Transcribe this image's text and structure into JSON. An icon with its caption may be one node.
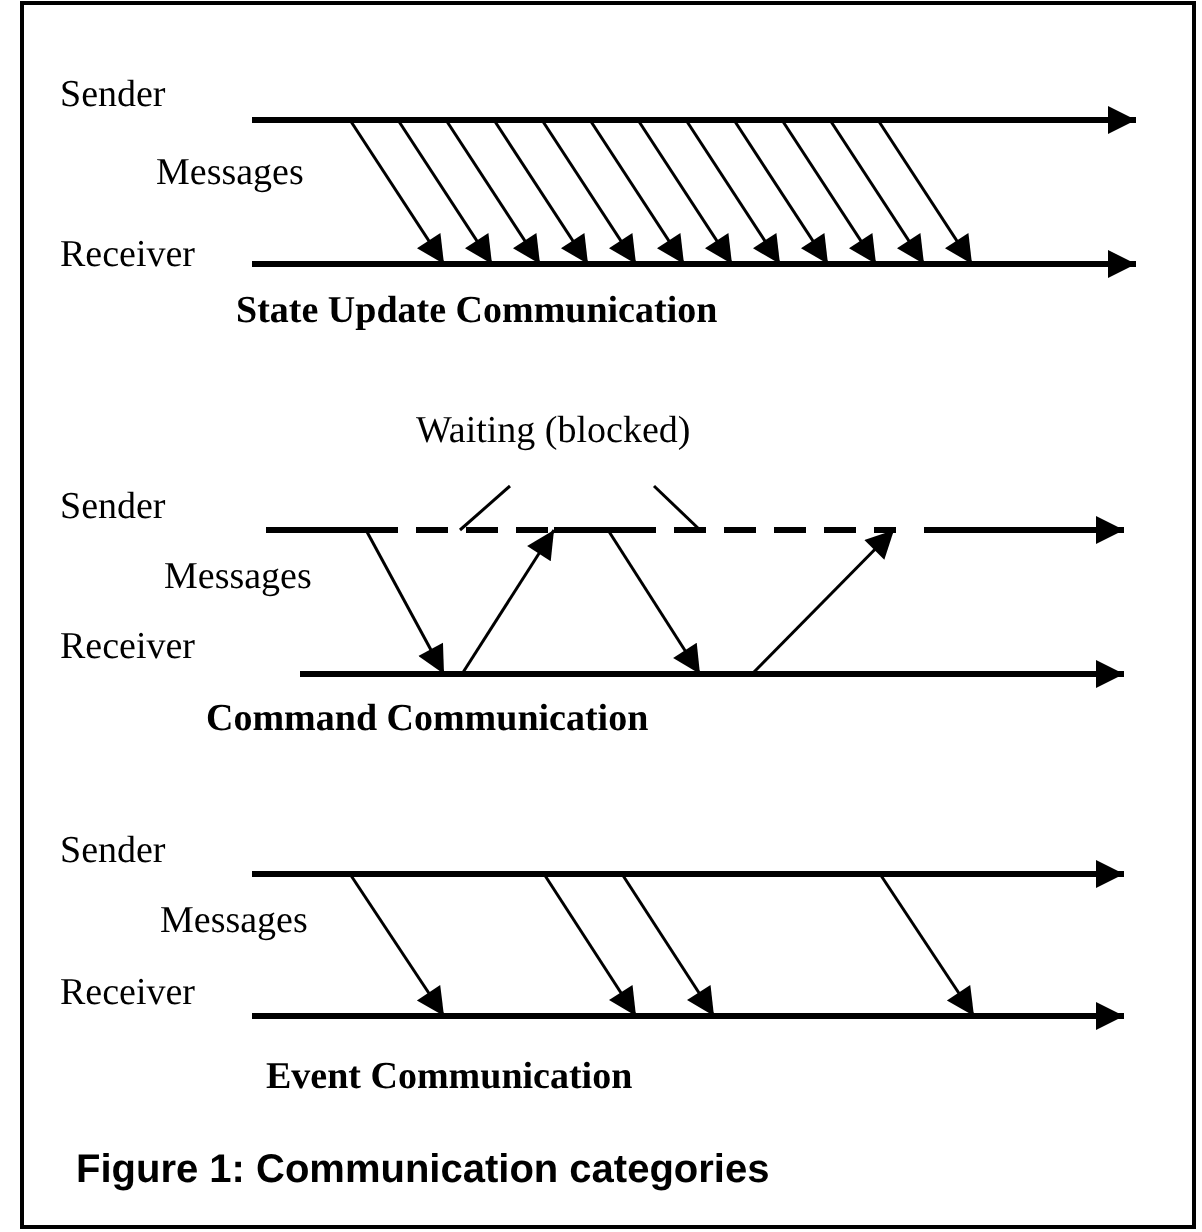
{
  "diagram": {
    "caption": "Figure 1: Communication categories",
    "nodes": [
      {
        "text": [],
        "shape": "bar",
        "beside": [
          "Sender"
        ]
      },
      {
        "text": [],
        "shape": "bar",
        "beside": [
          "Receiver"
        ]
      },
      {
        "text": [],
        "shape": "bar",
        "beside": [
          "Sender"
        ]
      },
      {
        "text": [],
        "shape": "bar",
        "beside": [
          "Receiver"
        ]
      },
      {
        "text": [
          "Waiting (blocked)"
        ]
      },
      {
        "text": [],
        "shape": "bar",
        "beside": [
          "Sender"
        ]
      },
      {
        "text": [],
        "shape": "bar",
        "beside": [
          "Receiver"
        ]
      }
    ],
    "edges": [
      {
        "from": 0,
        "to": 1,
        "arrow": "to"
      },
      {
        "from": 0,
        "to": 1,
        "arrow": "to"
      },
      {
        "from": 0,
        "to": 1,
        "arrow": "to"
      },
      {
        "from": 0,
        "to": 1,
        "arrow": "to"
      },
      {
        "from": 0,
        "to": 1,
        "arrow": "to"
      },
      {
        "from": 0,
        "to": 1,
        "arrow": "to"
      },
      {
        "from": 0,
        "to": 1,
        "arrow": "to"
      },
      {
        "from": 0,
        "to": 1,
        "arrow": "to"
      },
      {
        "from": 0,
        "to": 1,
        "arrow": "to"
      },
      {
        "from": 0,
        "to": 1,
        "arrow": "to"
      },
      {
        "from": 0,
        "to": 1,
        "arrow": "to"
      },
      {
        "from": 0,
        "to": 1,
        "arrow": "to"
      },
      {
        "from": 2,
        "to": 3,
        "arrow": "to"
      },
      {
        "from": 3,
        "to": 2,
        "arrow": "to"
      },
      {
        "from": 2,
        "to": 3,
        "arrow": "to"
      },
      {
        "from": 3,
        "to": 2,
        "arrow": "to"
      },
      {
        "from": 4,
        "to": 2,
        "arrow": "none"
      },
      {
        "from": 4,
        "to": 2,
        "arrow": "none"
      },
      {
        "from": 5,
        "to": 6,
        "arrow": "to"
      },
      {
        "from": 5,
        "to": 6,
        "arrow": "to"
      },
      {
        "from": 5,
        "to": 6,
        "arrow": "to"
      },
      {
        "from": 5,
        "to": 6,
        "arrow": "to"
      }
    ],
    "labels": [
      "Messages",
      "State Update Communication",
      "Messages",
      "Command Communication",
      "Messages",
      "Event Communication"
    ]
  }
}
